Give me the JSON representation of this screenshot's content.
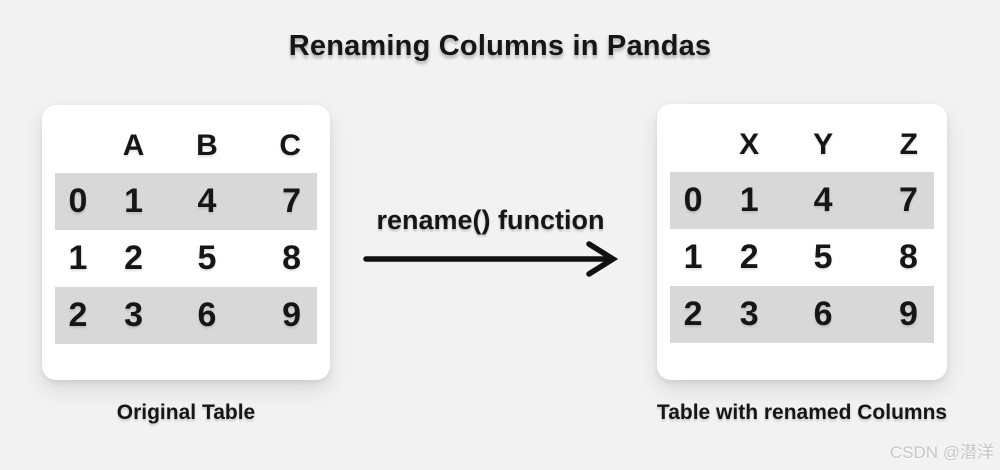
{
  "title": "Renaming Columns in Pandas",
  "arrow": {
    "label": "rename() function"
  },
  "original_table": {
    "caption": "Original Table",
    "columns": [
      "",
      "A",
      "B",
      "C"
    ],
    "rows": [
      [
        "0",
        "1",
        "4",
        "7"
      ],
      [
        "1",
        "2",
        "5",
        "8"
      ],
      [
        "2",
        "3",
        "6",
        "9"
      ]
    ]
  },
  "renamed_table": {
    "caption": "Table with renamed Columns",
    "columns": [
      "",
      "X",
      "Y",
      "Z"
    ],
    "rows": [
      [
        "0",
        "1",
        "4",
        "7"
      ],
      [
        "1",
        "2",
        "5",
        "8"
      ],
      [
        "2",
        "3",
        "6",
        "9"
      ]
    ]
  },
  "watermark": "CSDN @潜洋",
  "colors": {
    "background": "#f2f2f2",
    "card": "#ffffff",
    "row_stripe": "#d8d8d8",
    "text": "#161616",
    "arrow": "#111111",
    "watermark": "#c6c6c6"
  }
}
